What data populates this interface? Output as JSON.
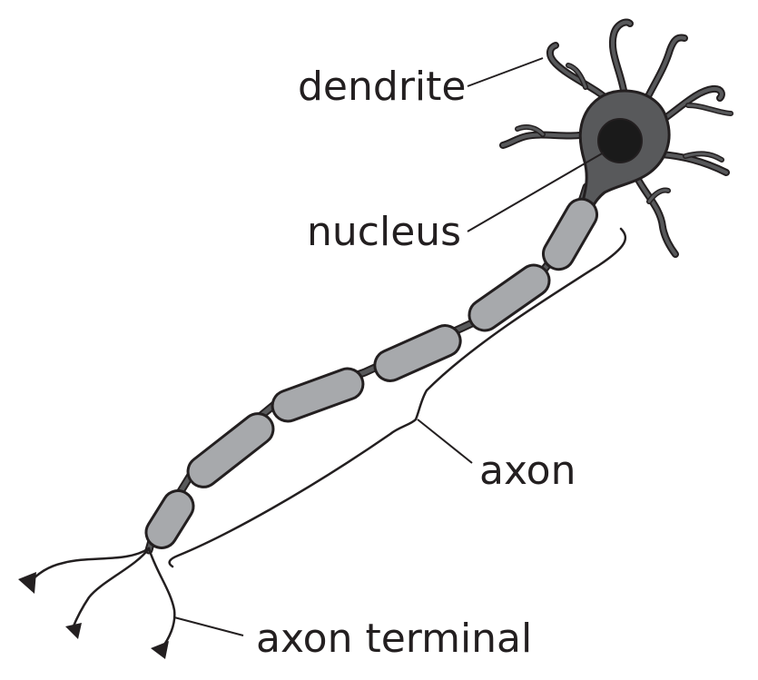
{
  "labels": {
    "dendrite": "dendrite",
    "nucleus": "nucleus",
    "axon": "axon",
    "axon_terminal": "axon terminal"
  },
  "colors": {
    "soma": "#58595b",
    "nucleus": "#1a1a1a",
    "myelin": "#a7a9ac",
    "outline": "#231f20",
    "text": "#231f20"
  }
}
